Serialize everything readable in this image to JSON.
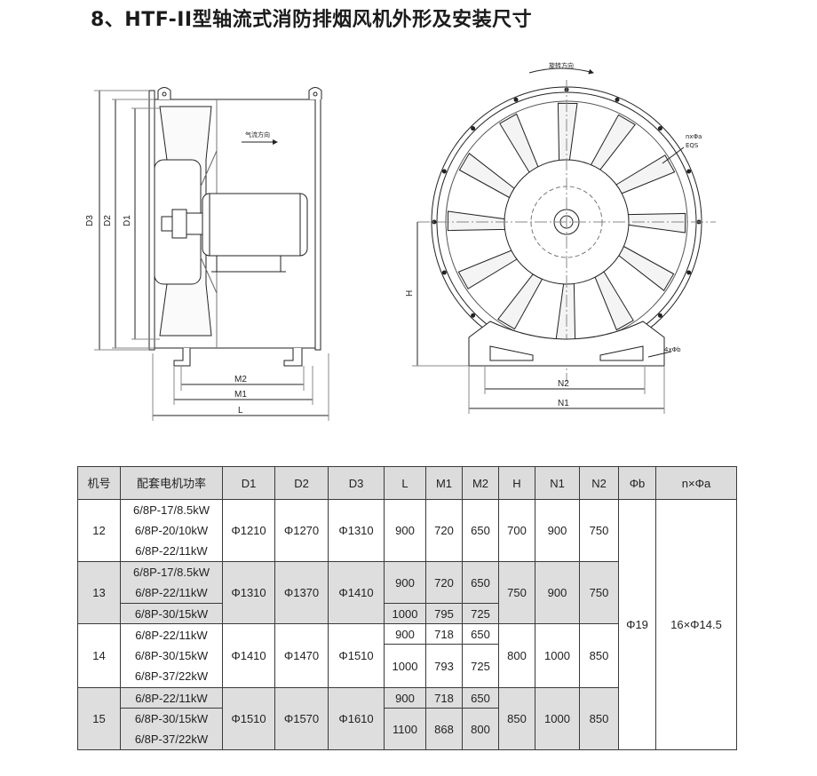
{
  "title": "8、HTF-II型轴流式消防排烟风机外形及安装尺寸",
  "drawing": {
    "side_view": {
      "airflow_label": "气流方向",
      "dim_labels": {
        "d3": "D3",
        "d2": "D2",
        "d1": "D1",
        "m2": "M2",
        "m1": "M1",
        "l": "L"
      }
    },
    "front_view": {
      "rotation_label": "旋转方向",
      "hole_label_top": "nxΦa",
      "hole_label_eqs": "EQS",
      "h_label": "H",
      "base_hole_label": "4xΦb",
      "n2_label": "N2",
      "n1_label": "N1"
    }
  },
  "table": {
    "headers": [
      "机号",
      "配套电机功率",
      "D1",
      "D2",
      "D3",
      "L",
      "M1",
      "M2",
      "H",
      "N1",
      "N2",
      "Φb",
      "n×Φa"
    ],
    "phi_b": "Φ19",
    "n_phi_a": "16×Φ14.5",
    "groups": [
      {
        "no": "12",
        "motors": [
          "6/8P-17/8.5kW",
          "6/8P-20/10kW",
          "6/8P-22/11kW"
        ],
        "d1": "Φ1210",
        "d2": "Φ1270",
        "d3": "Φ1310",
        "lm": [
          {
            "l": "900",
            "m1": "720",
            "m2": "650"
          }
        ],
        "h": "700",
        "n1": "900",
        "n2": "750"
      },
      {
        "no": "13",
        "motors": [
          "6/8P-17/8.5kW",
          "6/8P-22/11kW",
          "6/8P-30/15kW"
        ],
        "d1": "Φ1310",
        "d2": "Φ1370",
        "d3": "Φ1410",
        "lm": [
          {
            "l": "900",
            "m1": "720",
            "m2": "650"
          },
          {
            "l": "1000",
            "m1": "795",
            "m2": "725"
          }
        ],
        "h": "750",
        "n1": "900",
        "n2": "750"
      },
      {
        "no": "14",
        "motors": [
          "6/8P-22/11kW",
          "6/8P-30/15kW",
          "6/8P-37/22kW"
        ],
        "d1": "Φ1410",
        "d2": "Φ1470",
        "d3": "Φ1510",
        "lm": [
          {
            "l": "900",
            "m1": "718",
            "m2": "650"
          },
          {
            "l": "1000",
            "m1": "793",
            "m2": "725"
          }
        ],
        "h": "800",
        "n1": "1000",
        "n2": "850"
      },
      {
        "no": "15",
        "motors": [
          "6/8P-22/11kW",
          "6/8P-30/15kW",
          "6/8P-37/22kW"
        ],
        "d1": "Φ1510",
        "d2": "Φ1570",
        "d3": "Φ1610",
        "lm": [
          {
            "l": "900",
            "m1": "718",
            "m2": "650"
          },
          {
            "l": "1100",
            "m1": "868",
            "m2": "800"
          }
        ],
        "h": "850",
        "n1": "1000",
        "n2": "850"
      }
    ]
  }
}
